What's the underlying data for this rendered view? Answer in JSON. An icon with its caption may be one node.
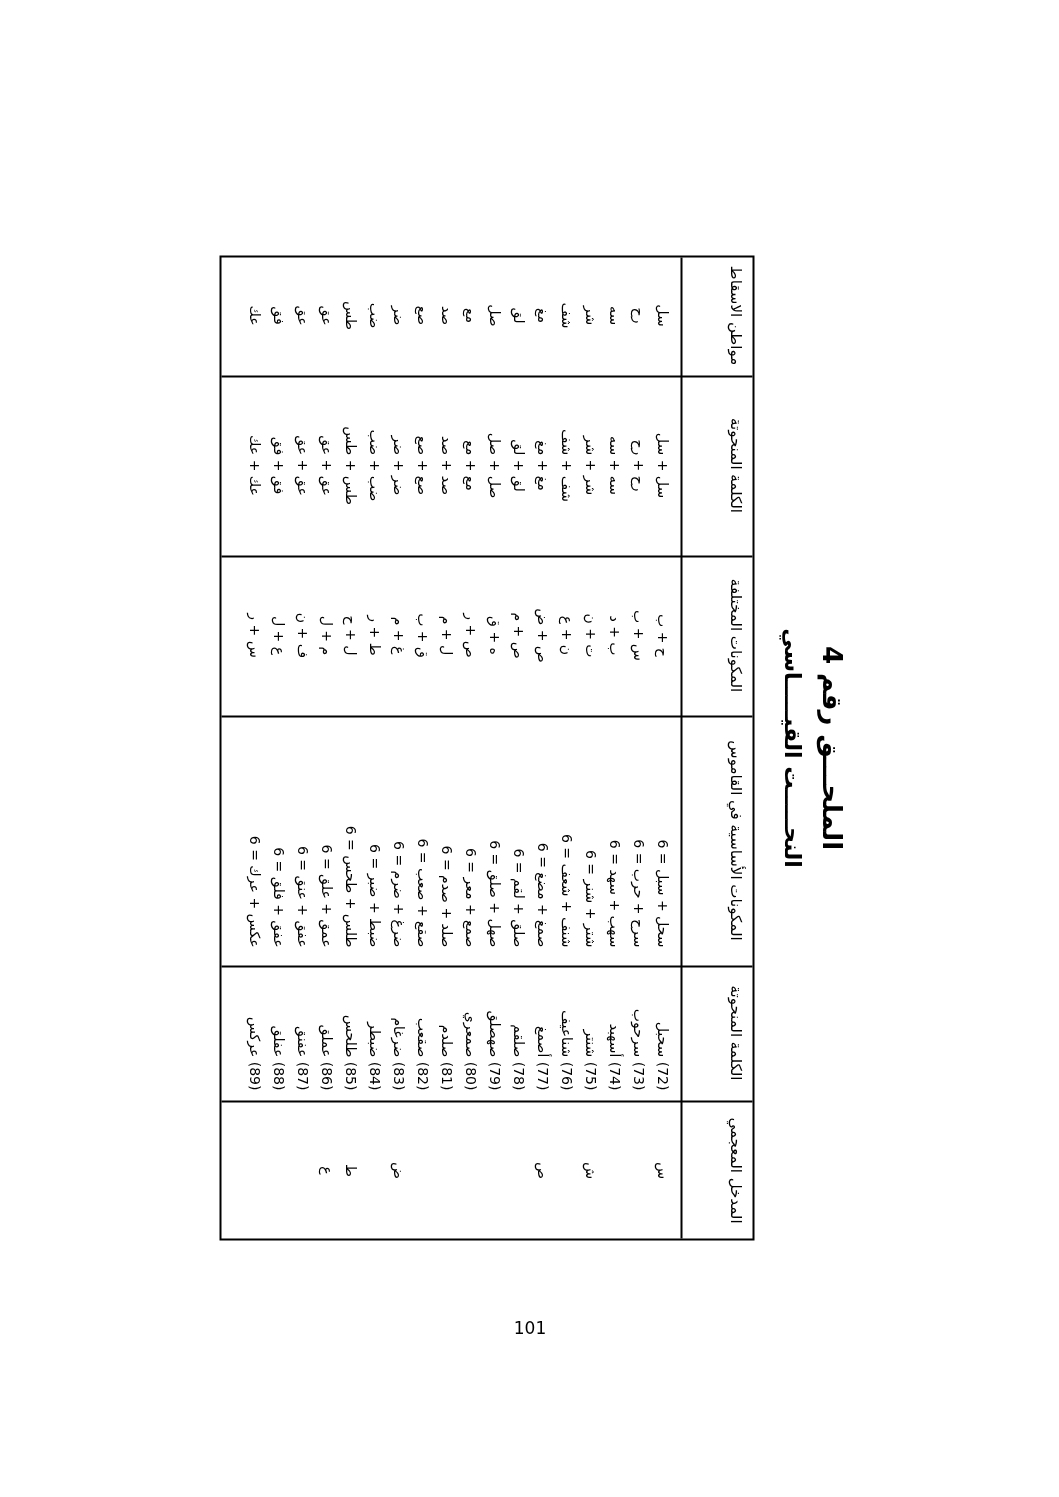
{
  "diagram": {
    "title": "الملحـــق رقم 4",
    "labels": [
      "النحـــــت القيـــــاسي",
      "المدخل المعجمي",
      "الكلمة المنحوتة",
      "المكونات الأساسية في القاموس",
      "المكونات المختلفة",
      "الكلمة المنحوتة",
      "مواطن الاسقاط",
      "س",
      "(72) سحبل",
      "سحل + سبل = 6",
      "ح + ب",
      "سل + سل",
      "سل",
      "(73) سرحوب",
      "سرح + حرب = 6",
      "س + ب",
      "رح + رح",
      "رح",
      "(74) أسهبد",
      "سهب + سهد = 6",
      "ب + د",
      "سه + سه",
      "سه",
      "ش",
      "(75) شنتر",
      "شتر + شنر = 6",
      "ت + ن",
      "شر + شر",
      "شر",
      "(76) شناعيف",
      "شنف + شعف = 6",
      "ن + ع",
      "شف + شف",
      "شف",
      "ص",
      "(77) أصمغ",
      "صمغ + مضغ = 6",
      "ص + ض",
      "مغ + مغ",
      "مغ",
      "(78) صلقم",
      "صلق + لقم = 6",
      "ص + م",
      "لق + لق",
      "لق",
      "(79) صهصلق",
      "صهل + صلق = 6",
      "ه + ق",
      "صل + صل",
      "صل",
      "(80) صمعري",
      "صمع + معر = 6",
      "ص + ر",
      "مع + مع",
      "مع",
      "(81) صلدم",
      "صلد + صدم = 6",
      "ل + م",
      "صد + صد",
      "صد",
      "(82) صقعب",
      "صقع + صعب = 6",
      "ق + ب",
      "صع + صع",
      "صع",
      "ض",
      "(83) ضرغام",
      "ضرغ + ضرم = 6",
      "غ + م",
      "ضر + ضر",
      "ضر",
      "(84) ضبطر",
      "ضبط + ضبر = 6",
      "ط + ر",
      "ضب + ضب",
      "ضب",
      "ط",
      "(85) طلحس",
      "طلس + طحس = 6",
      "ل + ح",
      "طس + طس",
      "طس",
      "ع",
      "(86) عملق",
      "عمق + علق = 6",
      "م + ل",
      "عق + عق",
      "عق",
      "(87) عفنق",
      "عفق + عنق = 6",
      "ف + ن",
      "عق + عق",
      "عق",
      "(88) عفلق",
      "عفق + فلق = 6",
      "ع + ل",
      "فق + فق",
      "فق",
      "(89) عركس",
      "عكس + عرك = 6",
      "س + ر",
      "عك + عك",
      "عك",
      "101"
    ]
  }
}
